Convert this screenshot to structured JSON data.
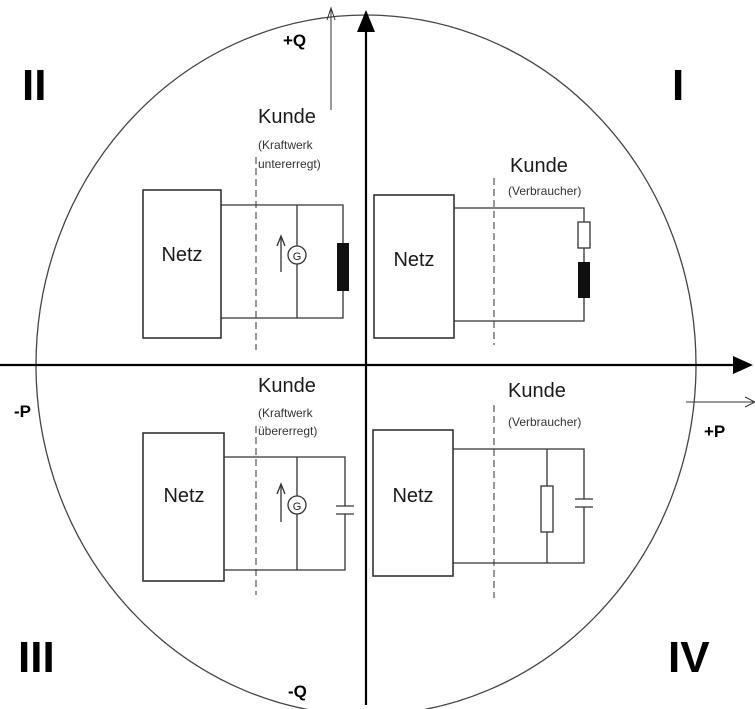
{
  "quadrants": {
    "q1": "I",
    "q2": "II",
    "q3": "III",
    "q4": "IV"
  },
  "axes": {
    "plus_q": "+Q",
    "minus_q": "-Q",
    "plus_p": "+P",
    "minus_p": "-P"
  },
  "panels": {
    "q2": {
      "netz": "Netz",
      "kunde": "Kunde",
      "sub1": "(Kraftwerk",
      "sub2": "untererregt)",
      "gen_symbol": "G"
    },
    "q1": {
      "netz": "Netz",
      "kunde": "Kunde",
      "sub1": "(Verbraucher)"
    },
    "q3": {
      "netz": "Netz",
      "kunde": "Kunde",
      "sub1": "(Kraftwerk",
      "sub2": "übererregt)",
      "gen_symbol": "G"
    },
    "q4": {
      "netz": "Netz",
      "kunde": "Kunde",
      "sub1": "(Verbraucher)"
    }
  },
  "colors": {
    "line": "#333333",
    "axis": "#000000",
    "inductor_fill": "#111111"
  }
}
